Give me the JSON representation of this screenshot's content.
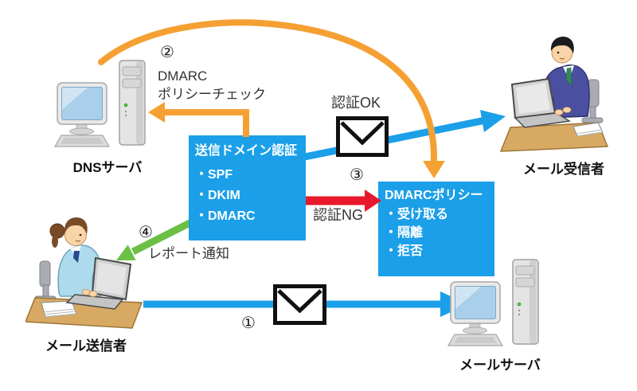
{
  "diagram": {
    "colors": {
      "box_blue": "#1B9FE8",
      "arrow_blue": "#1B9FE8",
      "arrow_orange": "#F5A033",
      "arrow_red": "#E8192C",
      "arrow_green": "#6CBF45",
      "envelope_black": "#111111"
    },
    "boxes": {
      "auth": {
        "title": "送信ドメイン認証",
        "items": [
          "・SPF",
          "・DKIM",
          "・DMARC"
        ]
      },
      "policy": {
        "title": "DMARCポリシー",
        "items": [
          "・受け取る",
          "・隔離",
          "・拒否"
        ]
      }
    },
    "nodes": {
      "dns_server": {
        "label": "DNSサーバ"
      },
      "mail_receiver": {
        "label": "メール受信者"
      },
      "mail_sender": {
        "label": "メール送信者"
      },
      "mail_server": {
        "label": "メールサーバ"
      }
    },
    "steps": {
      "step1": {
        "number": "①"
      },
      "step2": {
        "number": "②",
        "label_line1": "DMARC",
        "label_line2": "ポリシーチェック"
      },
      "step3": {
        "number": "③",
        "label": "認証NG"
      },
      "step4": {
        "number": "④",
        "label": "レポート通知"
      }
    },
    "labels": {
      "auth_ok": "認証OK"
    }
  }
}
